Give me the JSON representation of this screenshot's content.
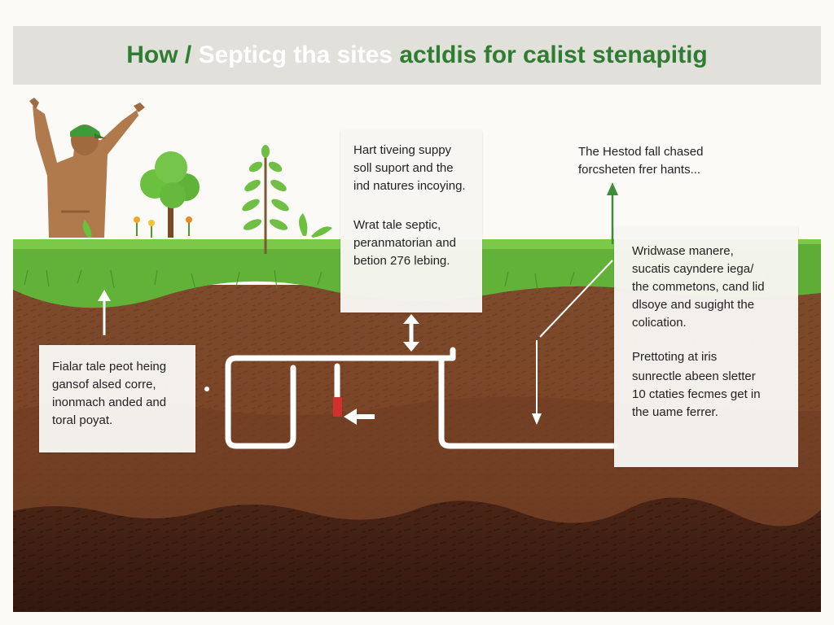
{
  "title": {
    "part1": "How /",
    "part2": "Septicg tha sites",
    "part3": "actldis for calist stenapitig"
  },
  "labels": {
    "center_box": {
      "para1": "Hart tiveing suppy\nsoll suport and the\nind natures incoying.",
      "para2_heading": "Wrat tale septic,",
      "para2_body": "peranmatorian and\nbetion 276 lebing."
    },
    "left_box": "Fialar tale peot heing\ngansof alsed corre,\ninonmach anded and\ntoral poyat.",
    "top_right": "The Hestod fall chased\nforcsheten frer hants...",
    "right_box": {
      "para1_heading": "Wridwase manere,",
      "para1_body": "sucatis cayndere iega/\nthe commetons, cand lid\ndlsoye and sugight the\ncolication.",
      "para2_heading": "Prettoting at iris",
      "para2_body": "sunrectle abeen sletter\n10 ctaties fecmes get in\nthe uame ferrer."
    }
  },
  "colors": {
    "title_green": "#2e7d32",
    "grass": "#63b33a",
    "soil_top": "#7a4628",
    "soil_bottom": "#3e1f13",
    "pipe": "#ffffff",
    "arrow_green": "#3c8d3c",
    "red_marker": "#d32f2f"
  },
  "icons": {
    "person": "farmer-with-green-cap-icon",
    "tree": "round-tree-icon",
    "sapling": "sapling-icon",
    "flowers": "flower-icon"
  }
}
